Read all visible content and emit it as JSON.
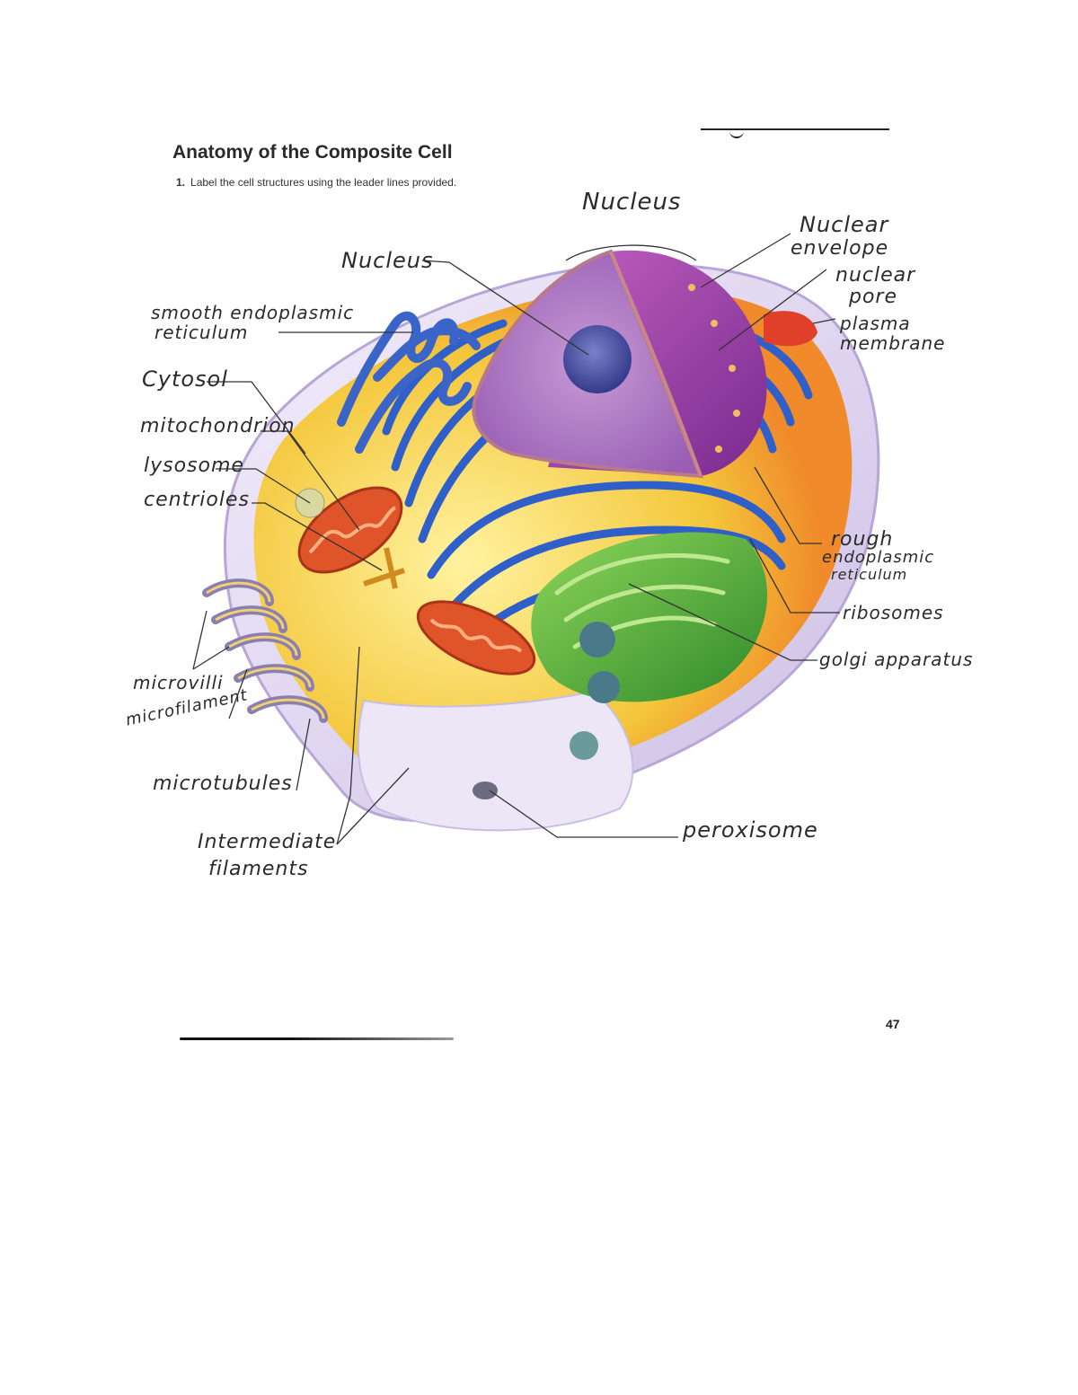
{
  "page": {
    "title": "Anatomy of the Composite Cell",
    "instruction_number": "1.",
    "instruction_text": "Label the cell structures using the leader lines provided.",
    "page_number": "47"
  },
  "labels": {
    "nucleus_top": "Nucleus",
    "nucleus_left": "Nucleus",
    "nuclear_envelope_1": "Nuclear",
    "nuclear_envelope_2": "envelope",
    "nuclear_pore_1": "nuclear",
    "nuclear_pore_2": "pore",
    "plasma_membrane_1": "plasma",
    "plasma_membrane_2": "membrane",
    "smooth_er_1": "smooth endoplasmic",
    "smooth_er_2": "reticulum",
    "cytosol": "Cytosol",
    "mitochondrion": "mitochondrion",
    "lysosome": "lysosome",
    "centrioles": "centrioles",
    "rough_er_1": "rough",
    "rough_er_2": "endoplasmic",
    "rough_er_3": "reticulum",
    "ribosomes": "ribosomes",
    "golgi": "golgi apparatus",
    "microvilli": "microvilli",
    "microfilament": "microfilament",
    "microtubules": "microtubules",
    "intermediate_1": "Intermediate",
    "intermediate_2": "filaments",
    "peroxisome": "peroxisome"
  },
  "colors": {
    "nucleus": "#b77fc9",
    "nucleolus": "#4a4fa0",
    "envelope": "#9b3fa6",
    "rough_er": "#2f5fc9",
    "smooth_er": "#3a64c8",
    "golgi": "#4ea832",
    "mitochondria": "#e0542a",
    "cytoplasm": "#f5d84a",
    "membrane": "#e9e3f4",
    "leader_line": "#333333"
  }
}
